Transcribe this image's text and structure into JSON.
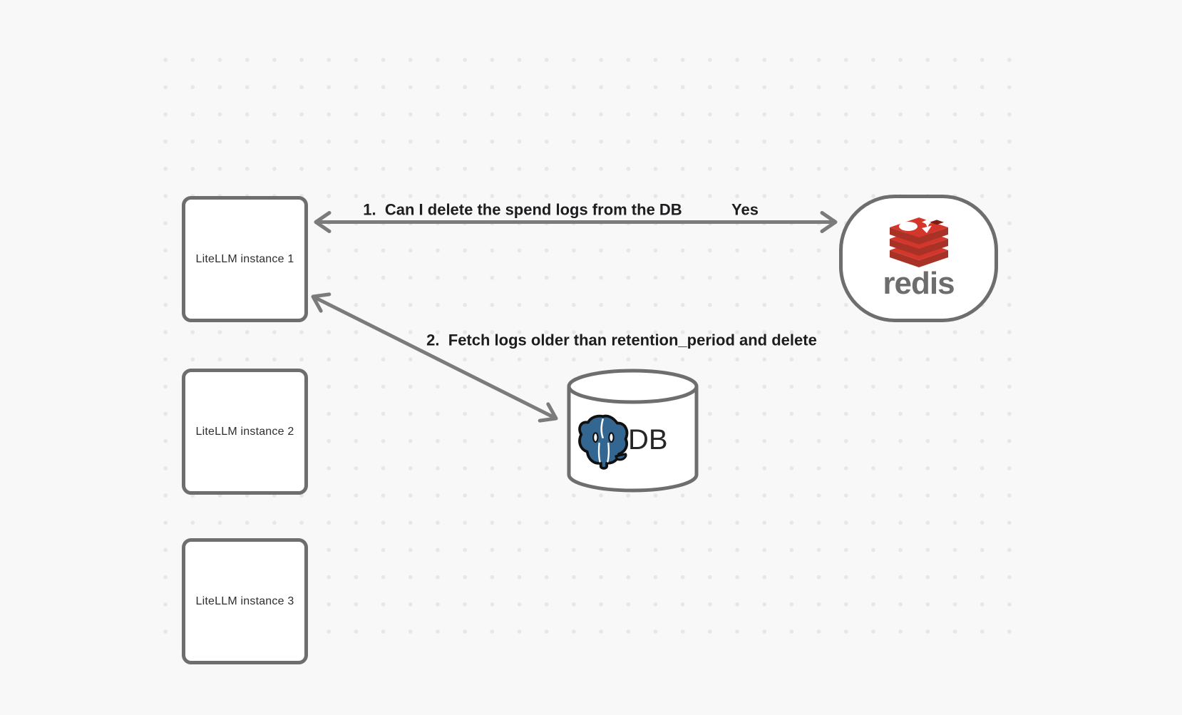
{
  "canvas": {
    "background": "#f8f8f8",
    "dot_color": "#e7e7ea"
  },
  "nodes": {
    "instance1": {
      "label": "LiteLLM instance 1"
    },
    "instance2": {
      "label": "LiteLLM instance 2"
    },
    "instance3": {
      "label": "LiteLLM instance 3"
    },
    "redis": {
      "wordmark": "redis"
    },
    "db": {
      "label": "DB"
    }
  },
  "edges": {
    "redis_question": {
      "label": "1.  Can I delete the spend logs from the DB",
      "answer": "Yes"
    },
    "db_fetch": {
      "label": "2.  Fetch logs older than retention_period and delete"
    }
  },
  "colors": {
    "node_border": "#6e6e6e",
    "arrow_stroke": "#7b7b7b",
    "node_fill": "#ffffff",
    "label_text": "#1d1d1f",
    "node_text": "#2e2e2e",
    "redis_red": "#d5362b",
    "redis_dark_red": "#a93226",
    "redis_notch": "#801d13",
    "redis_wordmark": "#6d6d6d",
    "postgres_blue": "#336791",
    "db_text": "#262626"
  }
}
